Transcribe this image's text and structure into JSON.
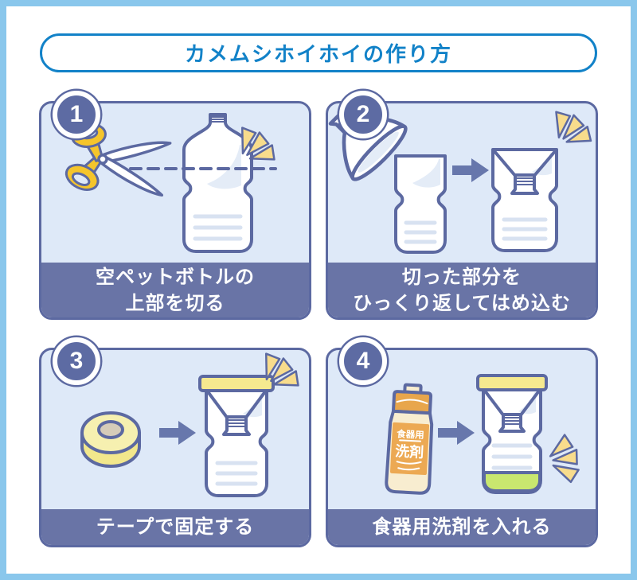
{
  "title": "カメムシホイホイの作り方",
  "steps": [
    {
      "number": "1",
      "caption": [
        "空ペットボトルの",
        "上部を切る"
      ],
      "icons": [
        "scissors-icon",
        "cut-dashed-line",
        "pet-bottle",
        "sparkle-icon"
      ]
    },
    {
      "number": "2",
      "caption": [
        "切った部分を",
        "ひっくり返してはめ込む"
      ],
      "icons": [
        "cut-top-piece",
        "bottle-body",
        "arrow-right-icon",
        "funnel-trap",
        "sparkle-icon"
      ]
    },
    {
      "number": "3",
      "caption": [
        "テープで固定する"
      ],
      "icons": [
        "tape-roll-icon",
        "arrow-right-icon",
        "funnel-trap-taped",
        "sparkle-icon"
      ]
    },
    {
      "number": "4",
      "caption": [
        "食器用洗剤を入れる"
      ],
      "icons": [
        "detergent-bottle-icon",
        "arrow-right-icon",
        "funnel-trap-with-detergent",
        "sparkle-icon"
      ]
    }
  ],
  "detergent_label": {
    "line1": "食器用",
    "line2": "洗剤"
  },
  "colors": {
    "frame_border": "#8AC7EC",
    "title_blue": "#1282C8",
    "outline_slate": "#5C69A1",
    "footer_slate": "#6974A6",
    "panel_bg": "#DEE9F8",
    "sparkle_yellow": "#F8DC8C",
    "scissors_yellow": "#F5C52B",
    "tape_yellow": "#F5E98F",
    "detergent_orange": "#ECA953",
    "liquid_green": "#C9E76F"
  }
}
